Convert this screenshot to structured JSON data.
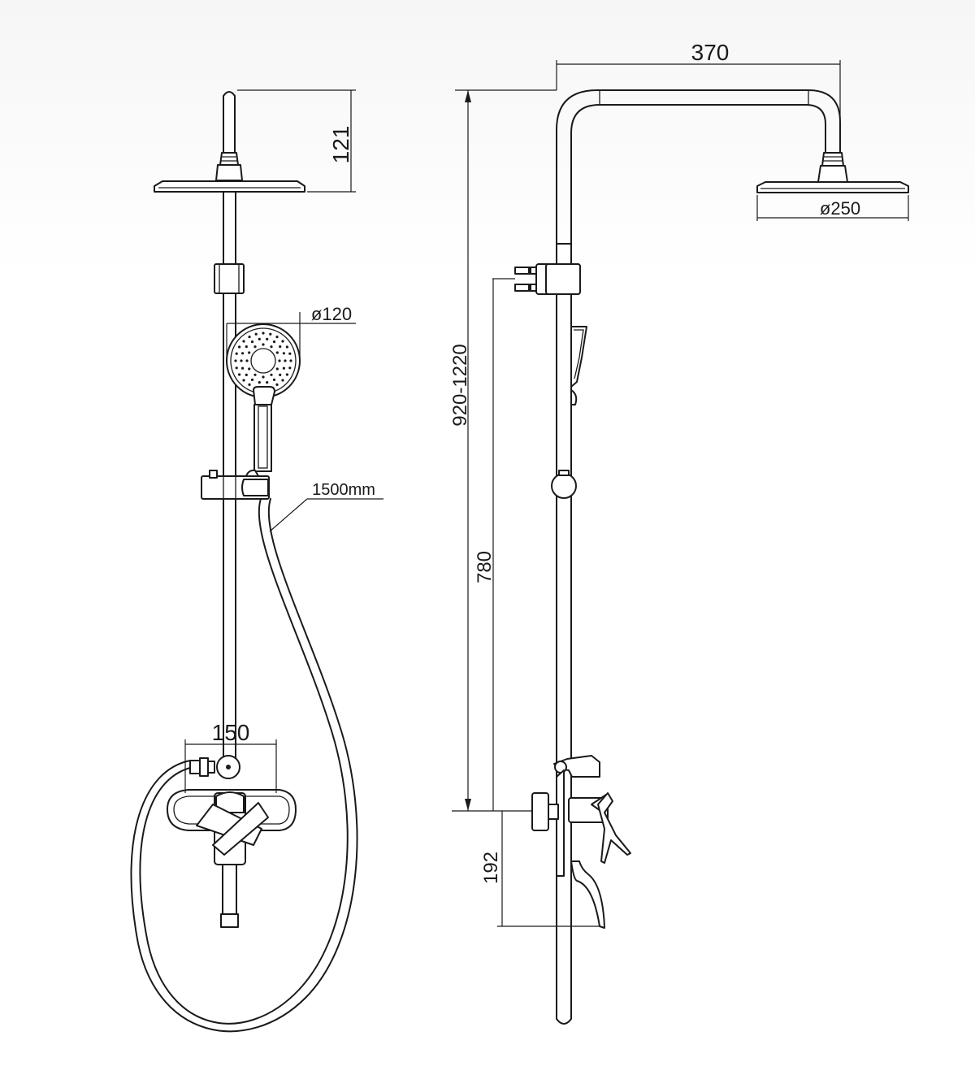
{
  "dimensions": {
    "front_top_height": "121",
    "handshower_diameter": "ø120",
    "hose_length": "1500mm",
    "valve_width": "150",
    "side_arm_length": "370",
    "head_diameter": "ø250",
    "total_height": "920-1220",
    "slide_height": "780",
    "spout_height": "192"
  },
  "colors": {
    "line": "#1a1a1a",
    "background": "#ffffff"
  }
}
